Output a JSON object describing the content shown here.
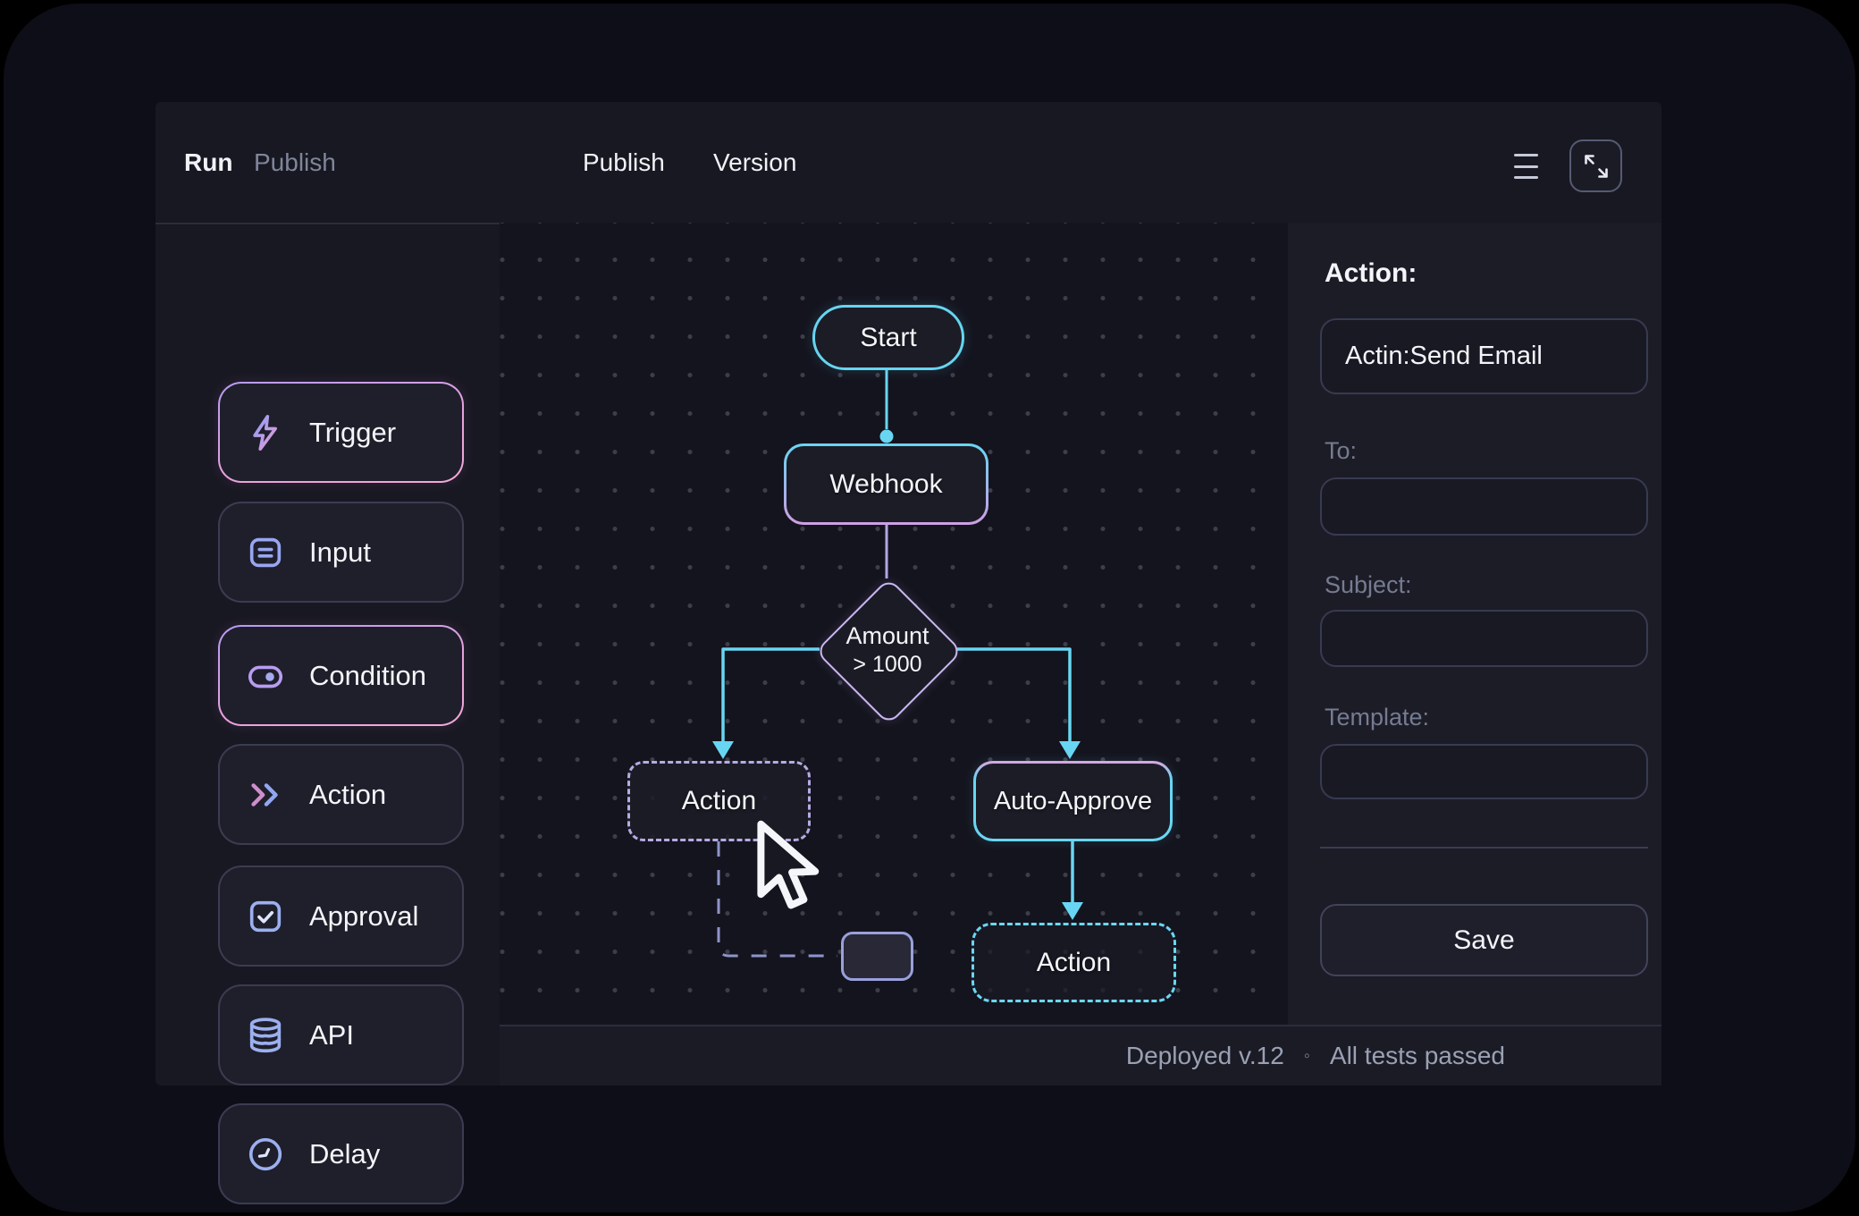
{
  "topbar": {
    "run_label": "Run",
    "publish_left_label": "Publish",
    "publish_center_label": "Publish",
    "version_label": "Version",
    "icons": [
      "menu-icon",
      "expand-icon"
    ]
  },
  "sidebar": {
    "items": [
      {
        "label": "Trigger",
        "icon": "lightning-icon",
        "accent": true
      },
      {
        "label": "Input",
        "icon": "input-icon",
        "accent": false
      },
      {
        "label": "Condition",
        "icon": "toggle-icon",
        "accent": true
      },
      {
        "label": "Action",
        "icon": "chevrons-icon",
        "accent": false
      },
      {
        "label": "Approval",
        "icon": "checkbox-icon",
        "accent": false
      },
      {
        "label": "API",
        "icon": "database-icon",
        "accent": false
      },
      {
        "label": "Delay",
        "icon": "clock-icon",
        "accent": false
      }
    ]
  },
  "canvas": {
    "nodes": {
      "start": {
        "label": "Start"
      },
      "webhook": {
        "label": "Webhook"
      },
      "condition": {
        "line1": "Amount",
        "line2": "> 1000"
      },
      "action_left": {
        "label": "Action"
      },
      "auto_approve": {
        "label": "Auto-Approve"
      },
      "action_right": {
        "label": "Action"
      }
    }
  },
  "inspector": {
    "heading": "Action:",
    "action_value": "Actin:Send Email",
    "to_label": "To:",
    "to_value": "",
    "subject_label": "Subject:",
    "subject_value": "",
    "template_label": "Template:",
    "template_value": "",
    "save_label": "Save"
  },
  "statusbar": {
    "deployed": "Deployed v.12",
    "separator": "◦",
    "tests": "All tests passed"
  },
  "colors": {
    "accent_cyan": "#68d6f2",
    "accent_purple": "#b69bf3",
    "accent_pink": "#f3a8d8",
    "lavender_wire": "#b3a6e6",
    "window_bg": "#181822",
    "canvas_bg": "#14141e",
    "panel_bg": "#1c1c27",
    "border_grey": "#3b3c51",
    "text_primary": "#f4f5f9",
    "text_muted": "#9aa1b4"
  }
}
